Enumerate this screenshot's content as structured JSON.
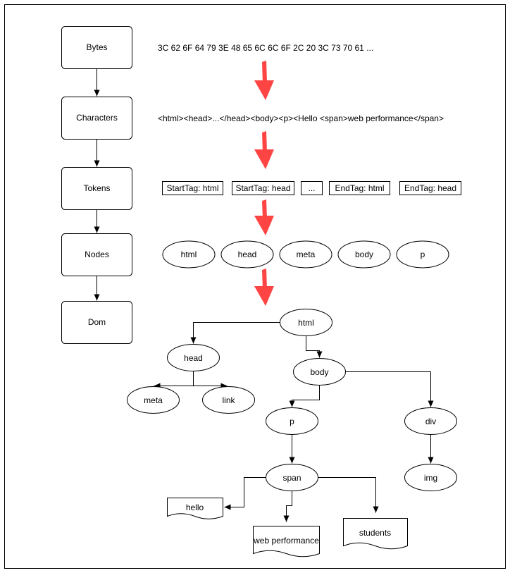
{
  "stages": [
    {
      "id": "bytes",
      "label": "Bytes"
    },
    {
      "id": "characters",
      "label": "Characters"
    },
    {
      "id": "tokens",
      "label": "Tokens"
    },
    {
      "id": "nodes",
      "label": "Nodes"
    },
    {
      "id": "dom",
      "label": "Dom"
    }
  ],
  "bytes_text": "3C 62 6F 64 79 3E 48 65 6C 6C 6F 2C 20 3C 73 70 61 ...",
  "characters_text": "<html><head>...</head><body><p><Hello <span>web performance</span>",
  "tokens": [
    "StartTag: html",
    "StartTag: head",
    "...",
    "EndTag: html",
    "EndTag: head"
  ],
  "nodes": [
    "html",
    "head",
    "meta",
    "body",
    "p"
  ],
  "dom_tree": {
    "html": "html",
    "head": "head",
    "body": "body",
    "meta": "meta",
    "link": "link",
    "p": "p",
    "div": "div",
    "span": "span",
    "img": "img",
    "hello": "hello",
    "web_performance": "web performance",
    "students": "students"
  },
  "colors": {
    "arrow_red": "#ff4444",
    "stroke": "#000000",
    "background": "#ffffff"
  }
}
